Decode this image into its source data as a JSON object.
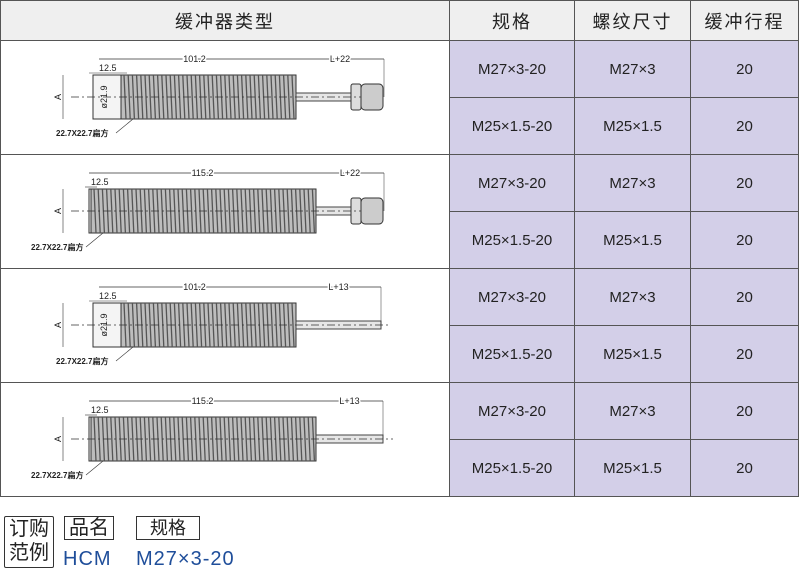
{
  "header": {
    "type": "缓冲器类型",
    "spec": "规格",
    "thread": "螺纹尺寸",
    "stroke": "缓冲行程"
  },
  "groups": [
    {
      "drawing": {
        "length": "101.2",
        "extension": "L+22",
        "shoulder": "12.5",
        "diameter": "ø21.9",
        "dim_a": "A",
        "flat": "22.7X22.7扁方",
        "cap": true
      },
      "rows": [
        {
          "spec": "M27×3-20",
          "thread": "M27×3",
          "stroke": "20"
        },
        {
          "spec": "M25×1.5-20",
          "thread": "M25×1.5",
          "stroke": "20"
        }
      ]
    },
    {
      "drawing": {
        "length": "115.2",
        "extension": "L+22",
        "shoulder": "12.5",
        "diameter": "",
        "dim_a": "A",
        "flat": "22.7X22.7扁方",
        "cap": true
      },
      "rows": [
        {
          "spec": "M27×3-20",
          "thread": "M27×3",
          "stroke": "20"
        },
        {
          "spec": "M25×1.5-20",
          "thread": "M25×1.5",
          "stroke": "20"
        }
      ]
    },
    {
      "drawing": {
        "length": "101.2",
        "extension": "L+13",
        "shoulder": "12.5",
        "diameter": "ø21.9",
        "dim_a": "A",
        "flat": "22.7X22.7扁方",
        "cap": false
      },
      "rows": [
        {
          "spec": "M27×3-20",
          "thread": "M27×3",
          "stroke": "20"
        },
        {
          "spec": "M25×1.5-20",
          "thread": "M25×1.5",
          "stroke": "20"
        }
      ]
    },
    {
      "drawing": {
        "length": "115.2",
        "extension": "L+13",
        "shoulder": "12.5",
        "diameter": "",
        "dim_a": "A",
        "flat": "22.7X22.7扁方",
        "cap": false
      },
      "rows": [
        {
          "spec": "M27×3-20",
          "thread": "M27×3",
          "stroke": "20"
        },
        {
          "spec": "M25×1.5-20",
          "thread": "M25×1.5",
          "stroke": "20"
        }
      ]
    }
  ],
  "order": {
    "label_line1": "订购",
    "label_line2": "范例",
    "name_label": "品名",
    "spec_label": "规格",
    "name_value": "HCM",
    "spec_value": "M27×3-20"
  }
}
